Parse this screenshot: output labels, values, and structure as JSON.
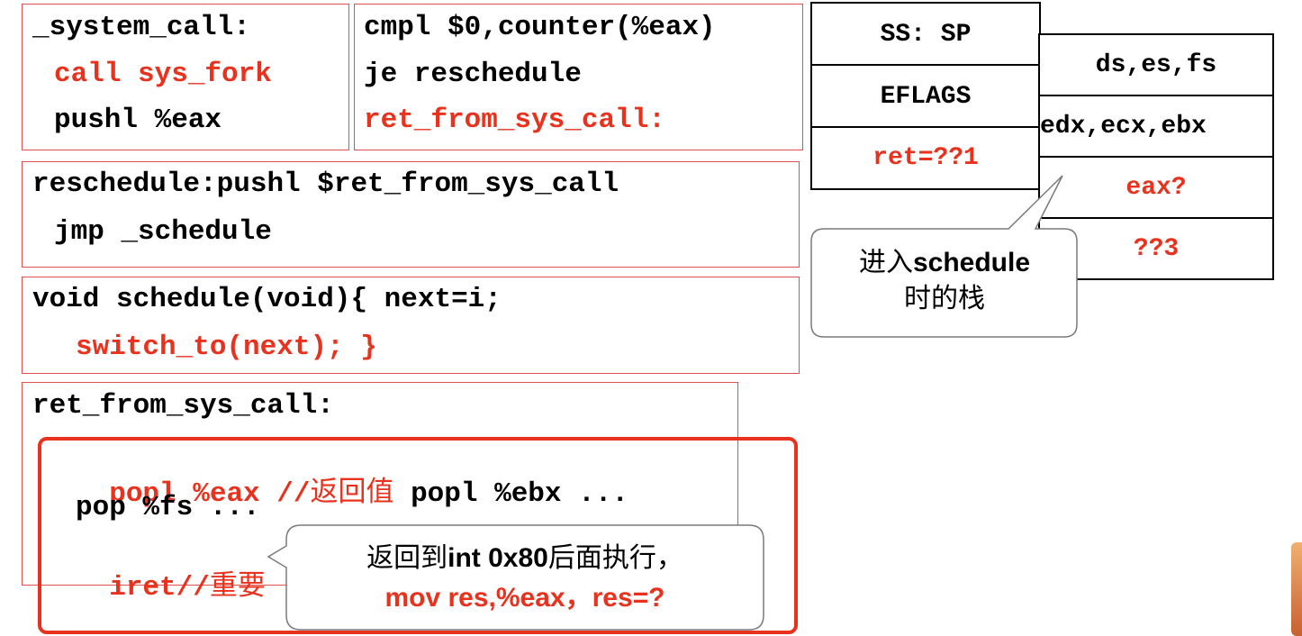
{
  "code": {
    "system_call": {
      "label": "_system_call:",
      "call": "call sys_fork",
      "push": "pushl %eax"
    },
    "counter_block": {
      "cmp": "cmpl $0,counter(%eax)",
      "je": "je reschedule",
      "ret_label": "ret_from_sys_call:"
    },
    "reschedule_block": {
      "line1": "reschedule:pushl $ret_from_sys_call",
      "line2": "jmp _schedule"
    },
    "schedule_block": {
      "line1": "void schedule(void){ next=i;",
      "line2": "switch_to(next); }"
    },
    "ret_block": {
      "label": "ret_from_sys_call:",
      "popl_eax": "popl %eax //",
      "popl_eax_comment": "返回值",
      "popl_ebx": "popl %ebx ...",
      "pop_fs": "pop %fs ...",
      "iret": "iret//",
      "iret_comment": "重要"
    }
  },
  "stack_left": [
    "SS: SP",
    "EFLAGS",
    "ret=??1"
  ],
  "stack_right": [
    "ds,es,fs",
    "edx,ecx,ebx",
    "eax?",
    "??3"
  ],
  "callouts": {
    "schedule_stack": {
      "bold": "schedule",
      "pre": "进入",
      "line2": "时的栈"
    },
    "return_note": {
      "line1_pre": "返回到",
      "line1_bold": "int 0x80",
      "line1_post": "后面执行，",
      "line2": "mov res,%eax，res=?"
    }
  },
  "colors": {
    "accent_red": "#e8321e",
    "box_border_red": "#e05050",
    "cell_border": "#000000"
  }
}
